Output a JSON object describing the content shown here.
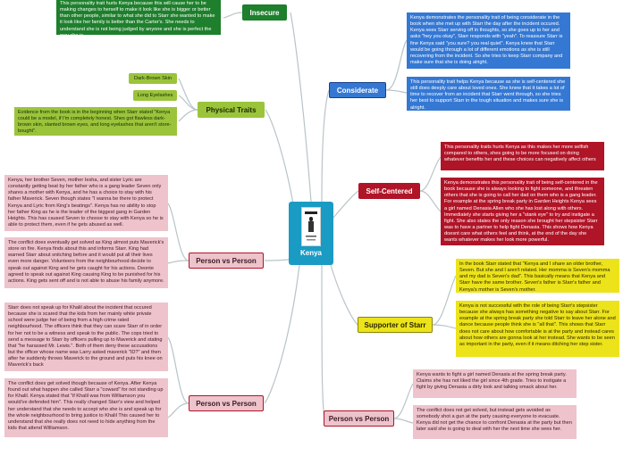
{
  "central": {
    "title": "Kenya"
  },
  "branches": {
    "insecure": {
      "label": "Insecure",
      "notes": [
        "This personality trait hurts Kenya because this will cause her to be making changes to herself to make it look like she is bigger or better than other people, similar to what she did to Starr she wanted to make it look like her family is better than the Carter's. She needs to understand she is not being judged by anyone and she is perfect the way she is."
      ]
    },
    "physical_traits": {
      "label": "Physical Traits",
      "tags": [
        "Dark-Brown Skin",
        "Long Eyelashes"
      ],
      "notes": [
        "Evidence from the book is in the beginning when Starr stated \"Kenya could be a model, if I'm completely honest. Shes got flawless dark-brown skin, slanted brown eyes, and long eyelashes that aren't store-bought\"."
      ]
    },
    "person_vs_person_left_1": {
      "label": "Person vs Person",
      "notes": [
        "Kenya, her brother Seven, mother Iesha, and sister Lyric are constantly getting beat by her father who is a gang leader Seven only shares a mother with Kenya, and he has a choice to stay with his father Maverick. Seven though states \"I wanna be there to protect Kenya and Lyric from King's beatings\". Kenya has no ability to stop her father King as he is the leader of the biggest gang in Garden Heights. This has caused Seven to choose to stay with Kenya so he is able to protect them, even if he gets abused as well.",
        "The conflict does eventually get solved as King almost puts Maverick's store on fire. Kenya finds about this and informs Starr. King had warned Starr about snitching before and it would put all their lives even more danger. Volunteers from the neighbourhood decide to speak out against King and he gets caught for his actions. Deonte agreed to speak out against King causing King to be punished for his actions. King gets sent off and is not able to abuse his family anymore."
      ]
    },
    "person_vs_person_left_2": {
      "label": "Person vs Person",
      "notes": [
        "Starr does not speak up for Khalil about the incident that occured because she is scared that the kids from her mainly white private school were judge her of being from a high crime rated neighbourhood. The officers think that they can scare Starr of in order for her not to be a witness and speak to the public. The cops tried to send a message to Starr by officers pulling up to Maverick and stating that \"he harassed Mr. Lewis.\". Both of them deny these accusations but the officer whose name was Larry asked maverick \"ID?\" and then after he suddenly throws Maverick to the ground and puts his knee on Maverick's back",
        "The conflict does get solved though because of Kenya. After Kenya found out what happen she called Starr a \"coward\" for not standing up for Khalil. Kenya stated that \"if Khalil was from Williamson you would've defended him\". This really changed Starr's view and helped her understand that she needs to accept who she is and speak up for the whole neighbourhood to bring justice to Khalil This caused her to understand that she really does not need to hide anything from the kids that attend Williamson."
      ]
    },
    "considerate": {
      "label": "Considerate",
      "notes": [
        "Kenya demonstrates the personality trait of being considerate in the book when she met up with Starr the day after the incident occured. Kenya sees Starr serving off in thoughts, so she goes up to her and asks \"hey you okay\", Starr responds with \"yeah\". To reassure Starr is fine Kenya said \"you sure? you real quiet\". Kenya knew that Starr would be going through a lot of different emotions as she is still recovering from the incident. So she tries to keep Starr company and make sure that she is doing alright.",
        "This personality trait helps Kenya because as she is self-centered she still does deeply care about loved ones. She knew that it takes a lot of time to recover from an incident that Starr went through, so she tries her best to support Starr in the tough situation and makes sure she is alright."
      ]
    },
    "self_centered": {
      "label": "Self-Centered",
      "notes": [
        "This personality traits  hurts Kenya as this makes her more selfish compared to others, shes going to be more focused on doing whatever benefits her and these choices can negatively affect others",
        "Kenya demonstrates this personality trait of being self-centered in the book because she is always looking to fight someone, and threaten others that she is going to call her dad on them who is a gang leader. For example at the spring break party in Garden Heights Kenya sees a girl named Denasia Allen who she has lost along with others. Immediately she starts giving her a \"stank eye\" to try and instigate a fight. She also states the only reason she brought her stepsister Starr was to have a partner to help fight Denasia. This shows how Kenya doesnt care what others feel and think, at the end of the day she wants whatever makes her look more powerful."
      ]
    },
    "supporter_of_starr": {
      "label": "Supporter of Starr",
      "notes": [
        "In the book Starr stated that \"Kenya and I share an older brother, Seven. But she and I aren't related. Her momma is Seven's momma and my dad is Seven's dad\". This basically means that Kenya and Starr have the same brother. Seven's father is Starr's father and Kenya's mother is Seven's mother.",
        "Kenya is not successful with the role of being Starr's stepsister because she always has something negative to say about Starr. For example at the spring break party she told Starr to leave her alone and dance because people think she is \"all that\". This shows that Starr does not care about how comfortable is at the party and instead cares about how others are gonna look at her instead. She wants to be seen as important in the party, even if it means ditching her step sister."
      ]
    },
    "person_vs_person_right": {
      "label": "Person vs Person",
      "notes": [
        "Kenya wants to fight a girl named Denasia at the spring break party. Claims she has not liked the girl since 4th grade. Tries to instigate a fight by giving Denasia a dirty look and talking smack about her.",
        "The conflict does not get solved, but instead gets avoided as somebody shot a gun at the party causing everyone to evacuate. Kenya did not get the chance to confront Denasia at the party but then later said she is going to deal with her the next time she sees her."
      ]
    }
  },
  "colors": {
    "insecure": "#1e7f2c",
    "physical_traits": "#9bc43b",
    "person_vs_person": "#eec3cc",
    "considerate": "#3478d4",
    "self_centered": "#b01427",
    "supporter_of_starr": "#ece31a",
    "connector": "#b8c4c8",
    "central": "#1a9bc4"
  },
  "icons": {
    "book_cover": "book-cover-icon"
  }
}
